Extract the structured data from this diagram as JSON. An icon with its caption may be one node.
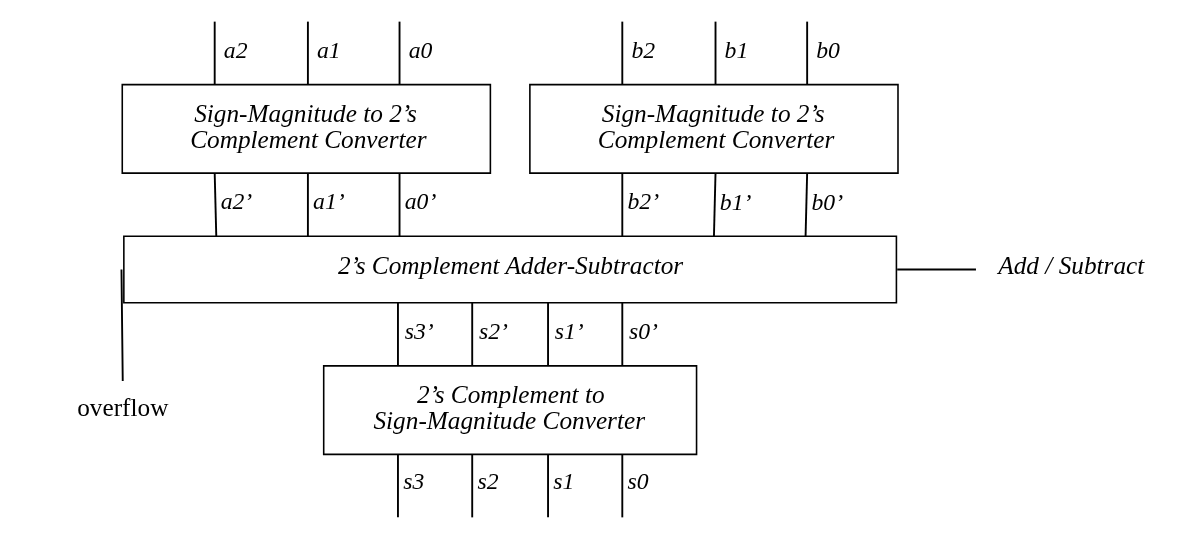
{
  "diagram": {
    "nodes": [
      {
        "text": [
          "Sign-Magnitude to 2’s Complement Converter"
        ]
      },
      {
        "text": [
          "Sign-Magnitude to 2’s Complement Converter"
        ]
      },
      {
        "text": [
          "2’s Complement Adder-Subtractor"
        ]
      },
      {
        "text": [
          "2’s Complement to Sign-Magnitude Converter"
        ]
      },
      {
        "text": [
          "overflow"
        ]
      },
      {
        "text": [
          "Add / Subtract"
        ]
      }
    ],
    "edges": [
      {
        "from": null,
        "to": 0,
        "arrow": "none",
        "label": "a2"
      },
      {
        "from": null,
        "to": 0,
        "arrow": "none",
        "label": "a1"
      },
      {
        "from": null,
        "to": 0,
        "arrow": "none",
        "label": "a0"
      },
      {
        "from": null,
        "to": 1,
        "arrow": "none",
        "label": "b2"
      },
      {
        "from": null,
        "to": 1,
        "arrow": "none",
        "label": "b1"
      },
      {
        "from": null,
        "to": 1,
        "arrow": "none",
        "label": "b0"
      },
      {
        "from": 0,
        "to": 2,
        "arrow": "none",
        "label": "a2’"
      },
      {
        "from": 0,
        "to": 2,
        "arrow": "none",
        "label": "a1’"
      },
      {
        "from": 0,
        "to": 2,
        "arrow": "none",
        "label": "a0’"
      },
      {
        "from": 1,
        "to": 2,
        "arrow": "none",
        "label": "b2’"
      },
      {
        "from": 1,
        "to": 2,
        "arrow": "none",
        "label": "b1’"
      },
      {
        "from": 1,
        "to": 2,
        "arrow": "none",
        "label": "b0’"
      },
      {
        "from": 2,
        "to": 3,
        "arrow": "none",
        "label": "s3’"
      },
      {
        "from": 2,
        "to": 3,
        "arrow": "none",
        "label": "s2’"
      },
      {
        "from": 2,
        "to": 3,
        "arrow": "none",
        "label": "s1’"
      },
      {
        "from": 2,
        "to": 3,
        "arrow": "none",
        "label": "s0’"
      },
      {
        "from": 3,
        "to": null,
        "arrow": "none",
        "label": "s3"
      },
      {
        "from": 3,
        "to": null,
        "arrow": "none",
        "label": "s2"
      },
      {
        "from": 3,
        "to": null,
        "arrow": "none",
        "label": "s1"
      },
      {
        "from": 3,
        "to": null,
        "arrow": "none",
        "label": "s0"
      },
      {
        "from": 2,
        "to": 4,
        "arrow": "none"
      },
      {
        "from": 5,
        "to": 2,
        "arrow": "none"
      }
    ]
  }
}
